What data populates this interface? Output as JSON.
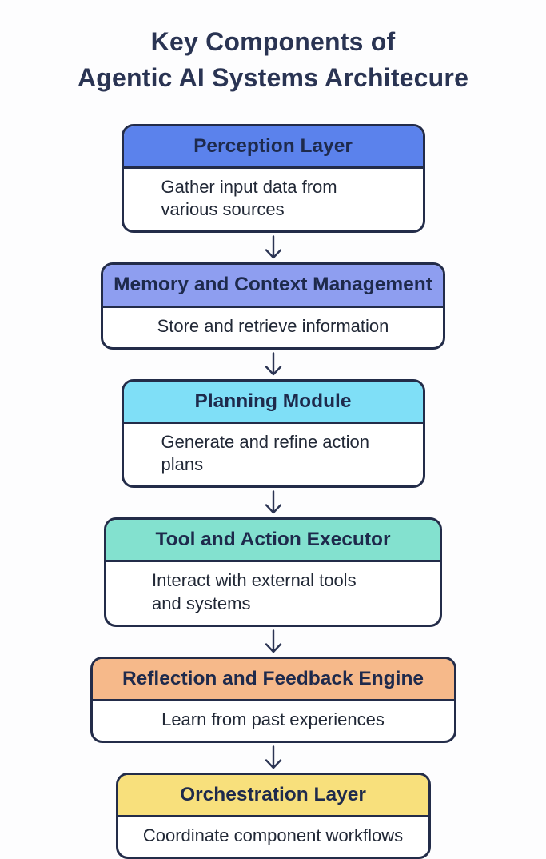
{
  "title": {
    "line1": "Key Components of",
    "line2": "Agentic AI Systems Architecure"
  },
  "icons": {
    "connector": "down-arrow"
  },
  "colors": {
    "background": "#fdfdfe",
    "box_border": "#232c49",
    "title_text": "#2a3453",
    "header_text": "#1e2a4c",
    "body_text": "#212836",
    "arrow": "#2b3453"
  },
  "modules": [
    {
      "title": "Perception Layer",
      "description": "Gather input data from\nvarious sources",
      "header_color": "#5b82ec"
    },
    {
      "title": "Memory and Context Management",
      "description": "Store and retrieve information",
      "header_color": "#8e9ef0"
    },
    {
      "title": "Planning Module",
      "description": "Generate and refine action\nplans",
      "header_color": "#7fdff7"
    },
    {
      "title": "Tool and Action Executor",
      "description": "Interact with external tools\nand systems",
      "header_color": "#83e1cf"
    },
    {
      "title": "Reflection and Feedback Engine",
      "description": "Learn from past experiences",
      "header_color": "#f6b98a"
    },
    {
      "title": "Orchestration Layer",
      "description": "Coordinate component workflows",
      "header_color": "#f8e07c"
    }
  ]
}
